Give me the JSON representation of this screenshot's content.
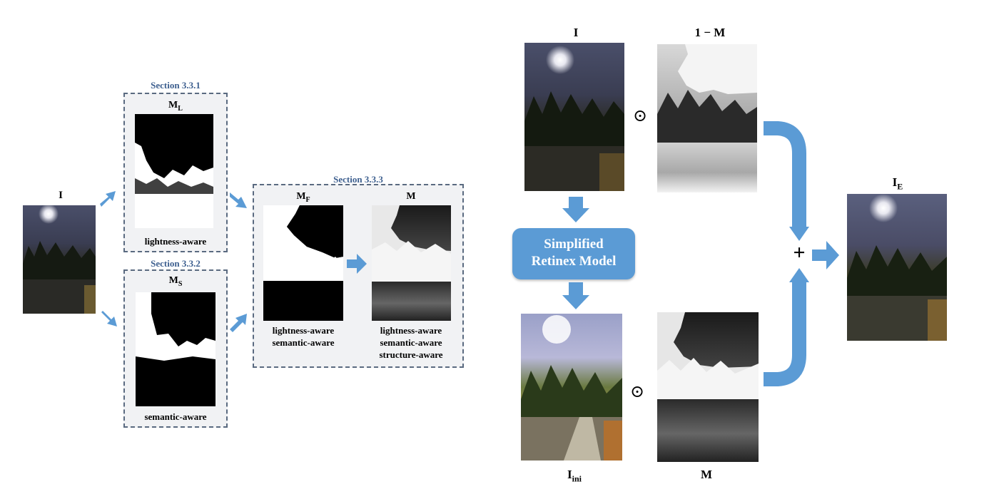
{
  "left_panel": {
    "input_label": "I",
    "section_331": "Section 3.3.1",
    "section_332": "Section 3.3.2",
    "section_333": "Section 3.3.3",
    "ml_label": "M",
    "ml_sub": "L",
    "ms_label": "M",
    "ms_sub": "S",
    "mf_label": "M",
    "mf_sub": "F",
    "m_label": "M",
    "ml_caption": "lightness-aware",
    "ms_caption": "semantic-aware",
    "mf_caption": [
      "lightness-aware",
      "semantic-aware"
    ],
    "m_caption": [
      "lightness-aware",
      "semantic-aware",
      "structure-aware"
    ]
  },
  "right_panel": {
    "top_input_label": "I",
    "one_minus_m_label": "1 − M",
    "retinex_box": [
      "Simplified",
      "Retinex Model"
    ],
    "iini_label": "I",
    "iini_sub": "ini",
    "bottom_m_label": "M",
    "operator_top": "⊙",
    "operator_bottom": "⊙",
    "plus": "+",
    "output_label": "I",
    "output_sub": "E"
  },
  "colors": {
    "arrow": "#5b9bd5",
    "retinex_fill": "#5b9bd5",
    "section_text": "#3d5f8f",
    "box_border": "#5a6a80"
  }
}
